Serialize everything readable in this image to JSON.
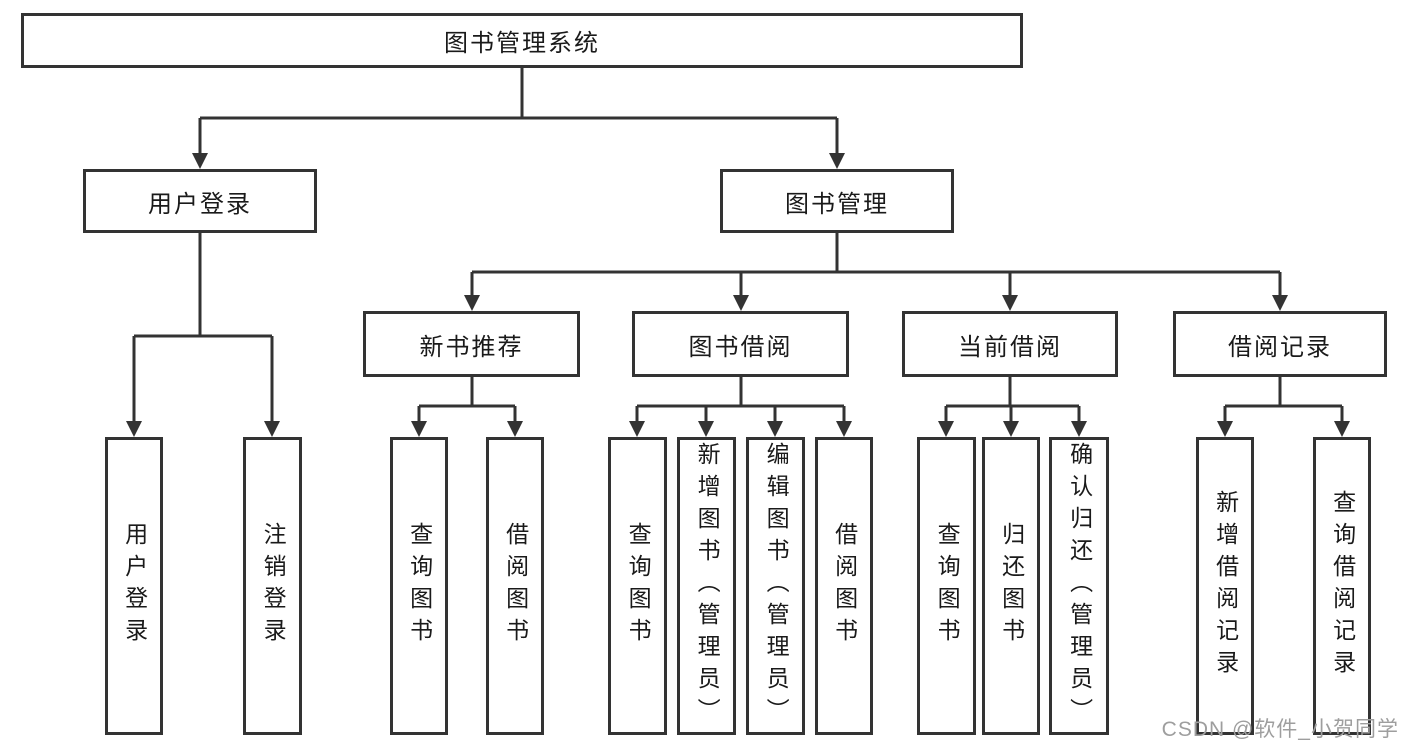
{
  "diagram_type": "hierarchy-tree",
  "colors": {
    "background": "#ffffff",
    "line": "#333333",
    "box_border": "#333333",
    "text": "#1a1a1a",
    "watermark": "#9e9e9e"
  },
  "tree": {
    "root": {
      "label": "图书管理系统"
    },
    "children": [
      {
        "label": "用户登录",
        "children": [
          {
            "label": "用户登录"
          },
          {
            "label": "注销登录"
          }
        ]
      },
      {
        "label": "图书管理",
        "children": [
          {
            "label": "新书推荐",
            "children": [
              {
                "label": "查询图书"
              },
              {
                "label": "借阅图书"
              }
            ]
          },
          {
            "label": "图书借阅",
            "children": [
              {
                "label": "查询图书"
              },
              {
                "label": "新增图书（管理员）"
              },
              {
                "label": "编辑图书（管理员）"
              },
              {
                "label": "借阅图书"
              }
            ]
          },
          {
            "label": "当前借阅",
            "children": [
              {
                "label": "查询图书"
              },
              {
                "label": "归还图书"
              },
              {
                "label": "确认归还（管理员）"
              }
            ]
          },
          {
            "label": "借阅记录",
            "children": [
              {
                "label": "新增借阅记录"
              },
              {
                "label": "查询借阅记录"
              }
            ]
          }
        ]
      }
    ]
  },
  "watermark": {
    "text": "CSDN @软件_小贺同学"
  }
}
